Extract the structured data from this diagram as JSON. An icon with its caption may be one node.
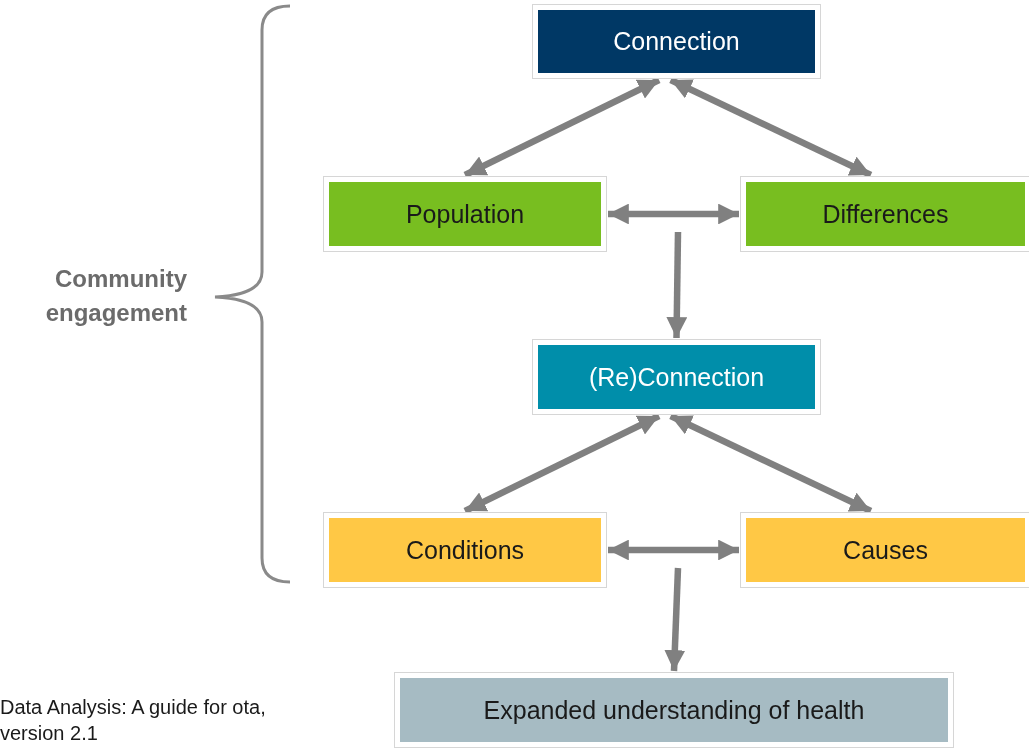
{
  "diagram": {
    "caption": "Data Analysis: A guide for ota, version 2.1",
    "nodes": [
      {
        "text": [
          "Connection"
        ]
      },
      {
        "text": [
          "Population"
        ]
      },
      {
        "text": [
          "Differences"
        ]
      },
      {
        "text": [
          "(Re)Connection"
        ]
      },
      {
        "text": [
          "Conditions"
        ]
      },
      {
        "text": [
          "Causes"
        ]
      },
      {
        "text": [
          "Expanded understanding of health"
        ]
      }
    ],
    "edges": [
      {
        "from": 0,
        "to": 1,
        "arrow": "both"
      },
      {
        "from": 0,
        "to": 2,
        "arrow": "both"
      },
      {
        "from": 1,
        "to": 2,
        "arrow": "both"
      },
      {
        "from": null,
        "to": 3,
        "arrow": "to"
      },
      {
        "from": 3,
        "to": 4,
        "arrow": "both"
      },
      {
        "from": 3,
        "to": 5,
        "arrow": "both"
      },
      {
        "from": 4,
        "to": 5,
        "arrow": "both"
      },
      {
        "from": null,
        "to": 6,
        "arrow": "to"
      }
    ],
    "labels": [
      "Community engagement"
    ]
  }
}
